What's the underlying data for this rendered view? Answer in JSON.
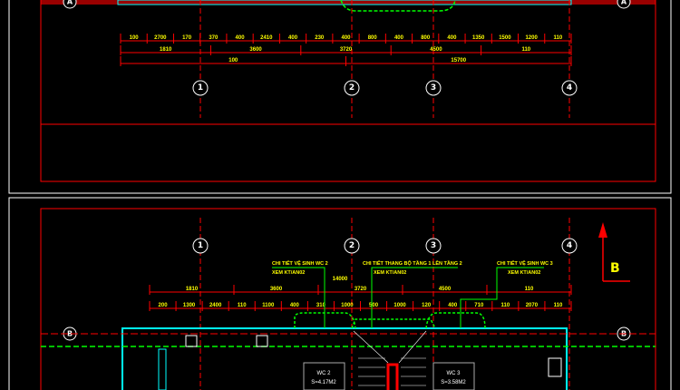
{
  "colors": {
    "background": "#000000",
    "frame": "#ffffff",
    "dimension": "#ff0000",
    "text": "#ffff00",
    "wall": "#00ffff",
    "hidden": "#00ff00",
    "accent": "#ff0000"
  },
  "top_view": {
    "grid_axes": [
      "1",
      "2",
      "3",
      "4"
    ],
    "row_axes": [
      "A",
      "A"
    ],
    "dims_row1": [
      "100",
      "2700",
      "170",
      "370",
      "400",
      "2410",
      "400",
      "230",
      "400",
      "800",
      "400",
      "800",
      "400",
      "1350",
      "1500",
      "1200",
      "110"
    ],
    "dims_row2": [
      "1810",
      "3600",
      "3720",
      "4500",
      "110"
    ],
    "dims_row3": [
      "100",
      "15700"
    ]
  },
  "bottom_view": {
    "grid_axes": [
      "1",
      "2",
      "3",
      "4"
    ],
    "row_axes": [
      "B",
      "B"
    ],
    "section_marker": "B",
    "notes": [
      {
        "title": "CHI TIẾT VỆ SINH WC 2",
        "ref": "XEM KT/AN02"
      },
      {
        "title": "CHI TIẾT THANG BỘ TẦNG 1 LÊN TẦNG 2",
        "ref": "XEM KT/AN02"
      },
      {
        "title": "CHI TIẾT VỆ SINH WC 3",
        "ref": "XEM KT/AN02"
      }
    ],
    "overall_dim": "14000",
    "dims_row1": [
      "1810",
      "3600",
      "3720",
      "4500",
      "110"
    ],
    "dims_row2": [
      "200",
      "1300",
      "2400",
      "110",
      "1100",
      "400",
      "310",
      "1000",
      "500",
      "1000",
      "120",
      "400",
      "710",
      "110",
      "2070",
      "110"
    ],
    "rooms": [
      {
        "name": "WC 2",
        "area": "S=4.17M2"
      },
      {
        "name": "WC 3",
        "area": "S=3.58M2"
      }
    ]
  }
}
